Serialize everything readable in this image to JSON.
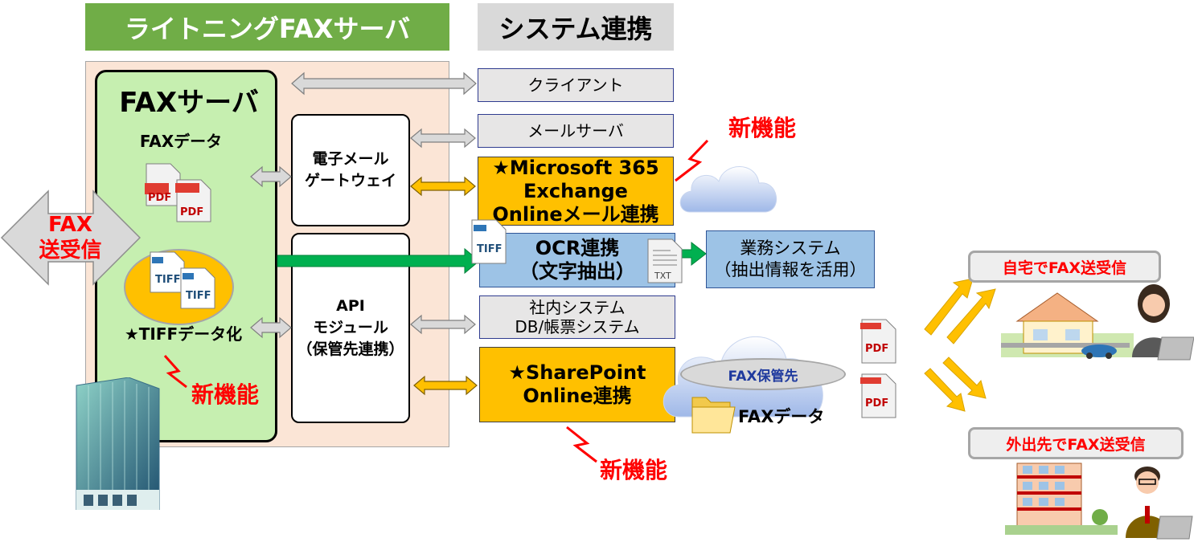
{
  "headers": {
    "lightning": "ライトニングFAXサーバ",
    "system": "システム連携"
  },
  "server": {
    "title": "FAXサーバ",
    "fax_data": "FAXデータ",
    "tiff": "★TIFFデータ化",
    "new_feature": "新機能"
  },
  "fax_sendrecv": "FAX\n送受信",
  "gateway": "電子メール\nゲートウェイ",
  "api": "API\nモジュール\n（保管先連携）",
  "systems": {
    "client": "クライアント",
    "mail_server": "メールサーバ",
    "ms365": "★Microsoft 365\nExchange\nOnlineメール連携",
    "ocr": "OCR連携\n（文字抽出）",
    "business": "業務システム\n（抽出情報を活用）",
    "internal": "社内システム\nDB/帳票システム",
    "sharepoint": "★SharePoint\nOnline連携"
  },
  "new_labels": [
    "新機能",
    "新機能"
  ],
  "cloud": {
    "storage": "FAX保管先",
    "folder_label": "FAXデータ"
  },
  "icons": {
    "pdf": "PDF",
    "tiff": "TIFF",
    "txt": "TXT"
  },
  "remote": {
    "home": "自宅でFAX送受信",
    "away": "外出先でFAX送受信"
  },
  "colors": {
    "green_header": "#70ad47",
    "orange": "#ffc000",
    "new_red": "#ff0000",
    "ocr_blue": "#9dc3e6"
  }
}
